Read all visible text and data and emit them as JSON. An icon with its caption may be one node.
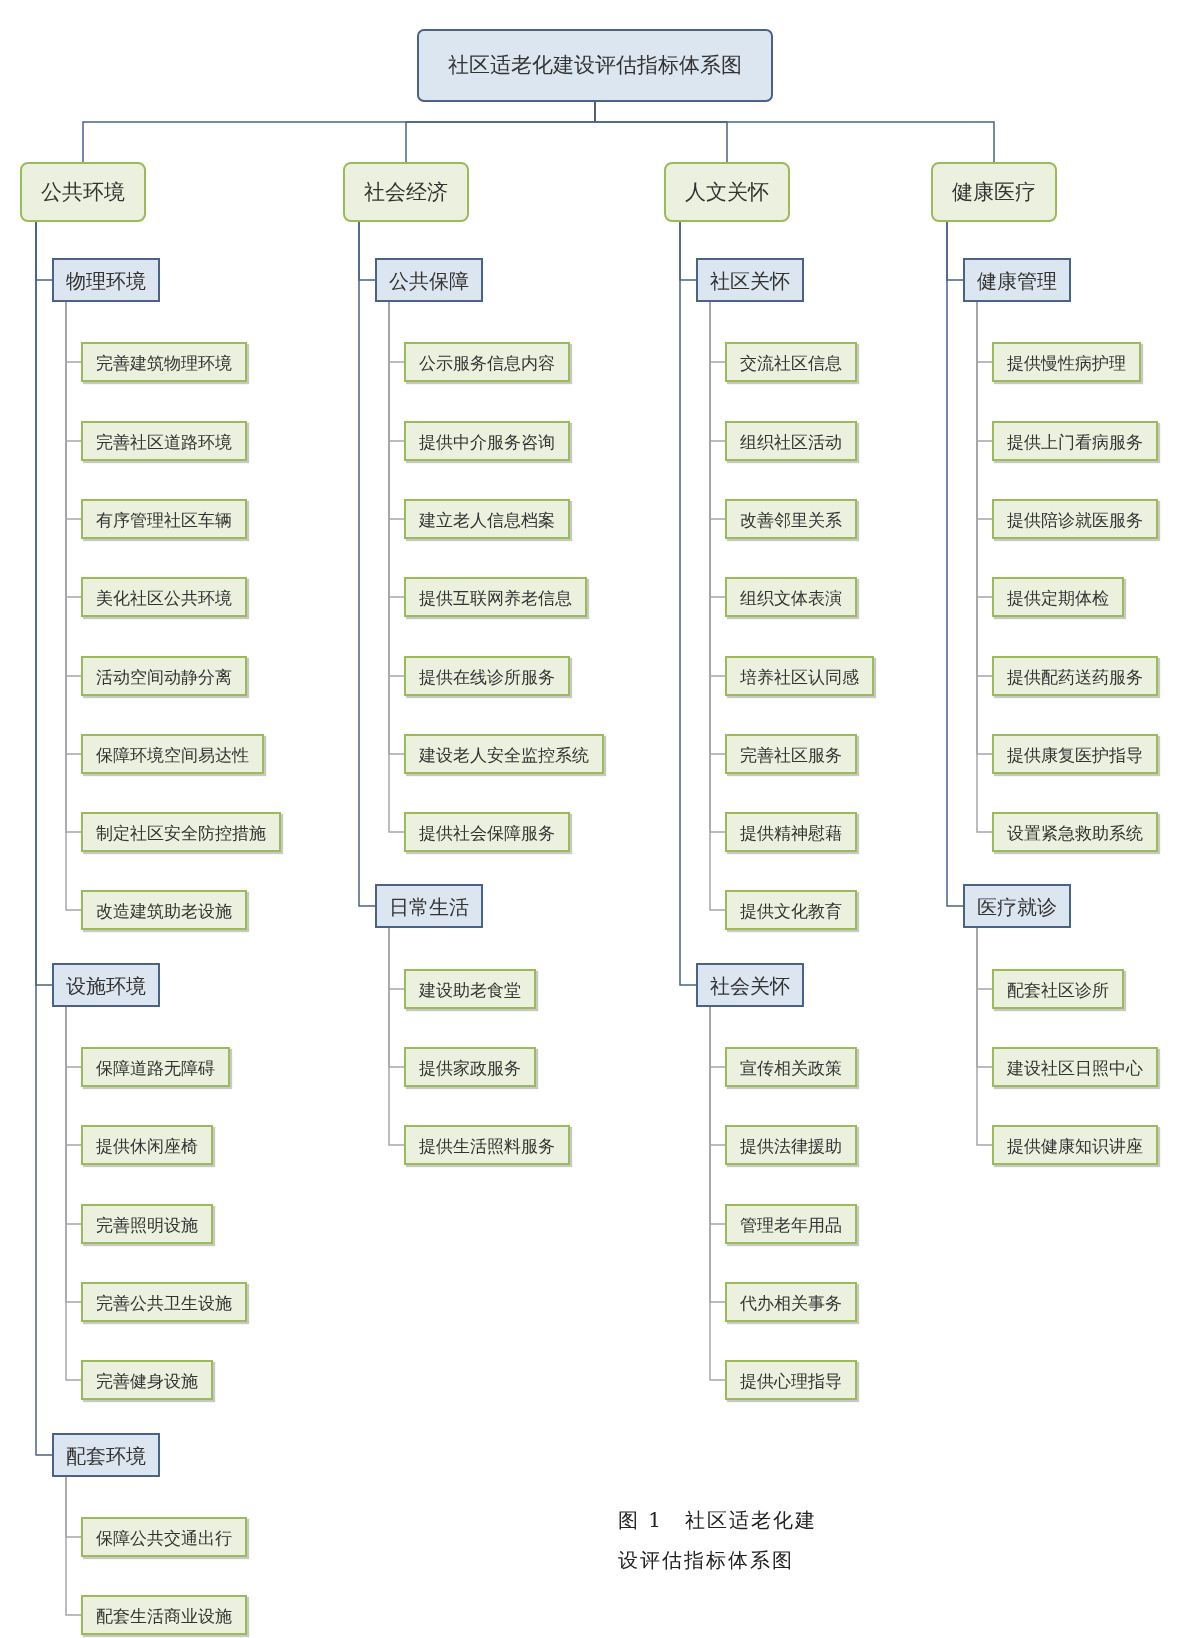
{
  "diagram": {
    "caption": "图 1　社区适老化建设评估指标体系图",
    "nodes": [
      {
        "text": [
          "社区适老化建设评估指标体系图"
        ]
      },
      {
        "text": [
          "公共环境"
        ]
      },
      {
        "text": [
          "物理环境"
        ]
      },
      {
        "text": [
          "完善建筑物理环境"
        ]
      },
      {
        "text": [
          "完善社区道路环境"
        ]
      },
      {
        "text": [
          "有序管理社区车辆"
        ]
      },
      {
        "text": [
          "美化社区公共环境"
        ]
      },
      {
        "text": [
          "活动空间动静分离"
        ]
      },
      {
        "text": [
          "保障环境空间易达性"
        ]
      },
      {
        "text": [
          "制定社区安全防控措施"
        ]
      },
      {
        "text": [
          "改造建筑助老设施"
        ]
      },
      {
        "text": [
          "设施环境"
        ]
      },
      {
        "text": [
          "保障道路无障碍"
        ]
      },
      {
        "text": [
          "提供休闲座椅"
        ]
      },
      {
        "text": [
          "完善照明设施"
        ]
      },
      {
        "text": [
          "完善公共卫生设施"
        ]
      },
      {
        "text": [
          "完善健身设施"
        ]
      },
      {
        "text": [
          "配套环境"
        ]
      },
      {
        "text": [
          "保障公共交通出行"
        ]
      },
      {
        "text": [
          "配套生活商业设施"
        ]
      },
      {
        "text": [
          "社会经济"
        ]
      },
      {
        "text": [
          "公共保障"
        ]
      },
      {
        "text": [
          "公示服务信息内容"
        ]
      },
      {
        "text": [
          "提供中介服务咨询"
        ]
      },
      {
        "text": [
          "建立老人信息档案"
        ]
      },
      {
        "text": [
          "提供互联网养老信息"
        ]
      },
      {
        "text": [
          "提供在线诊所服务"
        ]
      },
      {
        "text": [
          "建设老人安全监控系统"
        ]
      },
      {
        "text": [
          "提供社会保障服务"
        ]
      },
      {
        "text": [
          "日常生活"
        ]
      },
      {
        "text": [
          "建设助老食堂"
        ]
      },
      {
        "text": [
          "提供家政服务"
        ]
      },
      {
        "text": [
          "提供生活照料服务"
        ]
      },
      {
        "text": [
          "人文关怀"
        ]
      },
      {
        "text": [
          "社区关怀"
        ]
      },
      {
        "text": [
          "交流社区信息"
        ]
      },
      {
        "text": [
          "组织社区活动"
        ]
      },
      {
        "text": [
          "改善邻里关系"
        ]
      },
      {
        "text": [
          "组织文体表演"
        ]
      },
      {
        "text": [
          "培养社区认同感"
        ]
      },
      {
        "text": [
          "完善社区服务"
        ]
      },
      {
        "text": [
          "提供精神慰藉"
        ]
      },
      {
        "text": [
          "提供文化教育"
        ]
      },
      {
        "text": [
          "社会关怀"
        ]
      },
      {
        "text": [
          "宣传相关政策"
        ]
      },
      {
        "text": [
          "提供法律援助"
        ]
      },
      {
        "text": [
          "管理老年用品"
        ]
      },
      {
        "text": [
          "代办相关事务"
        ]
      },
      {
        "text": [
          "提供心理指导"
        ]
      },
      {
        "text": [
          "健康医疗"
        ]
      },
      {
        "text": [
          "健康管理"
        ]
      },
      {
        "text": [
          "提供慢性病护理"
        ]
      },
      {
        "text": [
          "提供上门看病服务"
        ]
      },
      {
        "text": [
          "提供陪诊就医服务"
        ]
      },
      {
        "text": [
          "提供定期体检"
        ]
      },
      {
        "text": [
          "提供配药送药服务"
        ]
      },
      {
        "text": [
          "提供康复医护指导"
        ]
      },
      {
        "text": [
          "设置紧急救助系统"
        ]
      },
      {
        "text": [
          "医疗就诊"
        ]
      },
      {
        "text": [
          "配套社区诊所"
        ]
      },
      {
        "text": [
          "建设社区日照中心"
        ]
      },
      {
        "text": [
          "提供健康知识讲座"
        ]
      }
    ],
    "edges": [
      {
        "from": 0,
        "to": 1,
        "arrow": "none",
        "color": "#4a6285"
      },
      {
        "from": 0,
        "to": 20,
        "arrow": "none",
        "color": "#4a6285"
      },
      {
        "from": 0,
        "to": 33,
        "arrow": "none",
        "color": "#4a6285"
      },
      {
        "from": 0,
        "to": 49,
        "arrow": "none",
        "color": "#4a6285"
      },
      {
        "from": 1,
        "to": 2,
        "arrow": "none",
        "color": "#4a6285"
      },
      {
        "from": 2,
        "to": 3,
        "arrow": "none"
      },
      {
        "from": 2,
        "to": 4,
        "arrow": "none"
      },
      {
        "from": 2,
        "to": 5,
        "arrow": "none"
      },
      {
        "from": 2,
        "to": 6,
        "arrow": "none"
      },
      {
        "from": 2,
        "to": 7,
        "arrow": "none"
      },
      {
        "from": 2,
        "to": 8,
        "arrow": "none"
      },
      {
        "from": 2,
        "to": 9,
        "arrow": "none"
      },
      {
        "from": 2,
        "to": 10,
        "arrow": "none"
      },
      {
        "from": 1,
        "to": 11,
        "arrow": "none",
        "color": "#4a6285"
      },
      {
        "from": 11,
        "to": 12,
        "arrow": "none"
      },
      {
        "from": 11,
        "to": 13,
        "arrow": "none"
      },
      {
        "from": 11,
        "to": 14,
        "arrow": "none"
      },
      {
        "from": 11,
        "to": 15,
        "arrow": "none"
      },
      {
        "from": 11,
        "to": 16,
        "arrow": "none"
      },
      {
        "from": 1,
        "to": 17,
        "arrow": "none",
        "color": "#4a6285"
      },
      {
        "from": 17,
        "to": 18,
        "arrow": "none"
      },
      {
        "from": 17,
        "to": 19,
        "arrow": "none"
      },
      {
        "from": 20,
        "to": 21,
        "arrow": "none",
        "color": "#4a6285"
      },
      {
        "from": 21,
        "to": 22,
        "arrow": "none"
      },
      {
        "from": 21,
        "to": 23,
        "arrow": "none"
      },
      {
        "from": 21,
        "to": 24,
        "arrow": "none"
      },
      {
        "from": 21,
        "to": 25,
        "arrow": "none"
      },
      {
        "from": 21,
        "to": 26,
        "arrow": "none"
      },
      {
        "from": 21,
        "to": 27,
        "arrow": "none"
      },
      {
        "from": 21,
        "to": 28,
        "arrow": "none"
      },
      {
        "from": 20,
        "to": 29,
        "arrow": "none",
        "color": "#4a6285"
      },
      {
        "from": 29,
        "to": 30,
        "arrow": "none"
      },
      {
        "from": 29,
        "to": 31,
        "arrow": "none"
      },
      {
        "from": 29,
        "to": 32,
        "arrow": "none"
      },
      {
        "from": 33,
        "to": 34,
        "arrow": "none",
        "color": "#4a6285"
      },
      {
        "from": 34,
        "to": 35,
        "arrow": "none"
      },
      {
        "from": 34,
        "to": 36,
        "arrow": "none"
      },
      {
        "from": 34,
        "to": 37,
        "arrow": "none"
      },
      {
        "from": 34,
        "to": 38,
        "arrow": "none"
      },
      {
        "from": 34,
        "to": 39,
        "arrow": "none"
      },
      {
        "from": 34,
        "to": 40,
        "arrow": "none"
      },
      {
        "from": 34,
        "to": 41,
        "arrow": "none"
      },
      {
        "from": 34,
        "to": 42,
        "arrow": "none"
      },
      {
        "from": 33,
        "to": 43,
        "arrow": "none",
        "color": "#4a6285"
      },
      {
        "from": 43,
        "to": 44,
        "arrow": "none"
      },
      {
        "from": 43,
        "to": 45,
        "arrow": "none"
      },
      {
        "from": 43,
        "to": 46,
        "arrow": "none"
      },
      {
        "from": 43,
        "to": 47,
        "arrow": "none"
      },
      {
        "from": 43,
        "to": 48,
        "arrow": "none"
      },
      {
        "from": 49,
        "to": 50,
        "arrow": "none",
        "color": "#4a6285"
      },
      {
        "from": 50,
        "to": 51,
        "arrow": "none"
      },
      {
        "from": 50,
        "to": 52,
        "arrow": "none"
      },
      {
        "from": 50,
        "to": 53,
        "arrow": "none"
      },
      {
        "from": 50,
        "to": 54,
        "arrow": "none"
      },
      {
        "from": 50,
        "to": 55,
        "arrow": "none"
      },
      {
        "from": 50,
        "to": 56,
        "arrow": "none"
      },
      {
        "from": 50,
        "to": 57,
        "arrow": "none"
      },
      {
        "from": 49,
        "to": 58,
        "arrow": "none",
        "color": "#4a6285"
      },
      {
        "from": 58,
        "to": 59,
        "arrow": "none"
      },
      {
        "from": 58,
        "to": 60,
        "arrow": "none"
      },
      {
        "from": 58,
        "to": 61,
        "arrow": "none"
      }
    ]
  }
}
